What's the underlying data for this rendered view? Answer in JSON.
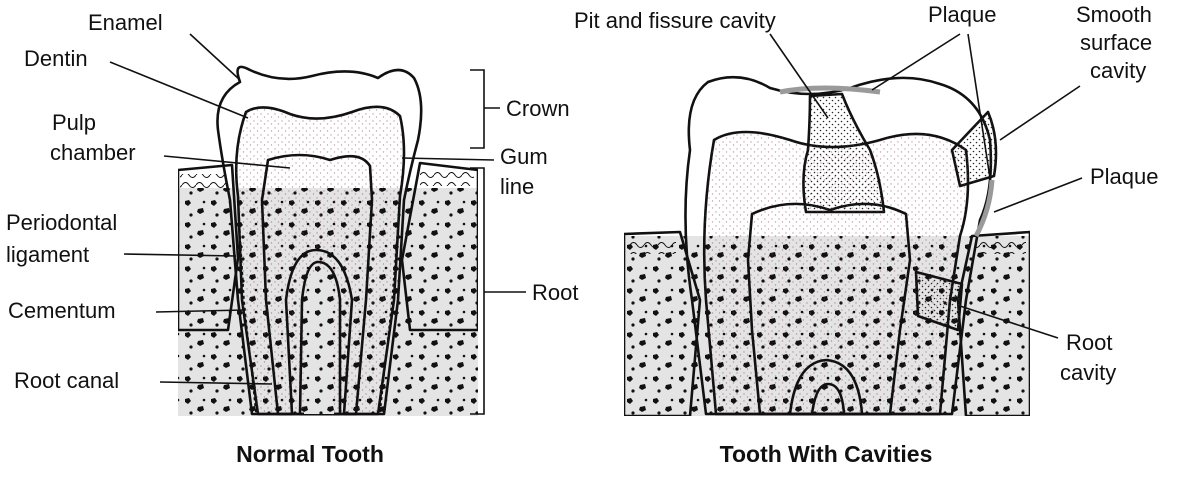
{
  "normal_tooth": {
    "caption": "Normal Tooth",
    "labels": {
      "enamel": "Enamel",
      "dentin": "Dentin",
      "pulp_1": "Pulp",
      "pulp_2": "chamber",
      "perio_1": "Periodontal",
      "perio_2": "ligament",
      "cementum": "Cementum",
      "root_canal": "Root canal",
      "crown": "Crown",
      "gum_1": "Gum",
      "gum_2": "line",
      "root": "Root"
    }
  },
  "cavity_tooth": {
    "caption": "Tooth With Cavities",
    "labels": {
      "pit_fissure": "Pit and fissure cavity",
      "plaque_top": "Plaque",
      "smooth_1": "Smooth",
      "smooth_2": "surface",
      "smooth_3": "cavity",
      "plaque_side": "Plaque",
      "root_cav_1": "Root",
      "root_cav_2": "cavity"
    }
  },
  "colors": {
    "enamel": "#ffffff",
    "dentin": "#e4a6c1",
    "pulp": "#b4527e",
    "gum": "#f6cfdd",
    "bone": "#e4e4e4",
    "decay": "#5c5c5c",
    "outline": "#111111"
  }
}
